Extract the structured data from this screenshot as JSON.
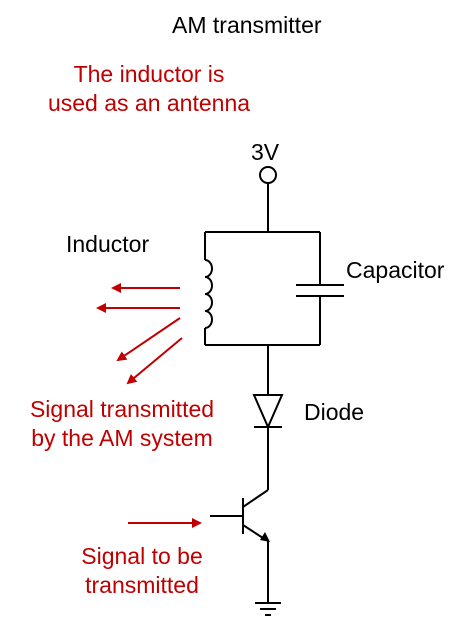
{
  "title": "AM transmitter",
  "note_antenna": [
    "The inductor is",
    "used as an antenna"
  ],
  "supply_label": "3V",
  "inductor_label": "Inductor",
  "capacitor_label": "Capacitor",
  "diode_label": "Diode",
  "note_transmitted": [
    "Signal transmitted",
    "by the AM system"
  ],
  "note_input": [
    "Signal to be",
    "transmitted"
  ],
  "colors": {
    "wire": "#000000",
    "annotation": "#c00000",
    "background": "#ffffff"
  }
}
